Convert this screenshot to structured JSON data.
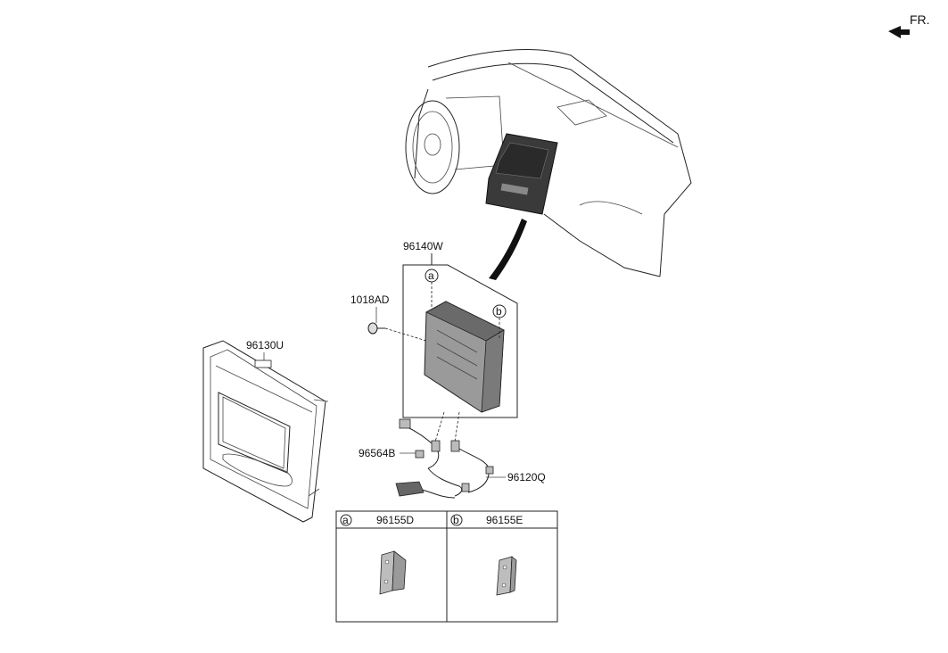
{
  "direction_label": "FR.",
  "parts": {
    "head_unit": "96140W",
    "screw": "1018AD",
    "garnish": "96130U",
    "usb_cable": "96564B",
    "wiring": "96120Q"
  },
  "callouts": {
    "a": "a",
    "b": "b"
  },
  "table": {
    "col_a": {
      "letter": "a",
      "part": "96155D"
    },
    "col_b": {
      "letter": "b",
      "part": "96155E"
    }
  }
}
